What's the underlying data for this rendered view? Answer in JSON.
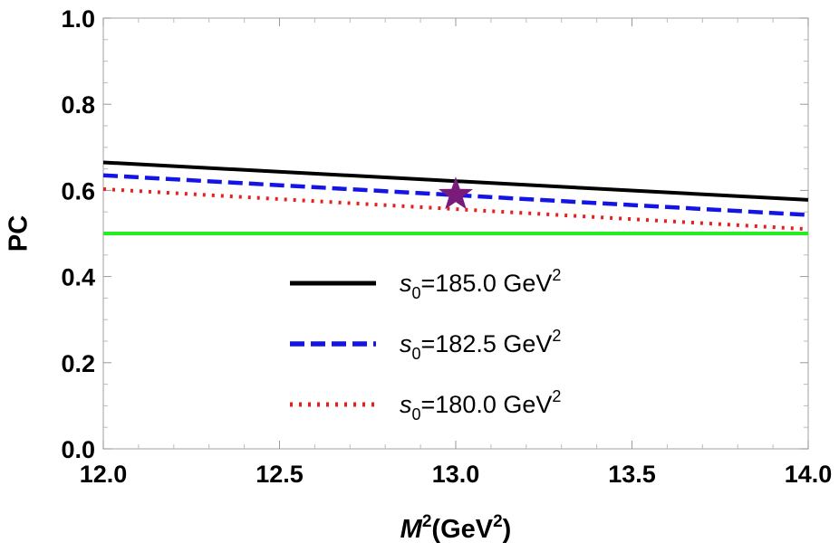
{
  "chart_data": {
    "type": "line",
    "xlabel": {
      "main": "M",
      "sup": "2",
      "unit": "(GeV",
      "unit_sup": "2",
      "close": ")"
    },
    "ylabel": "PC",
    "xlim": [
      12.0,
      14.0
    ],
    "ylim": [
      0.0,
      1.0
    ],
    "x_ticks": [
      "12.0",
      "12.5",
      "13.0",
      "13.5",
      "14.0"
    ],
    "y_ticks": [
      "0.0",
      "0.2",
      "0.4",
      "0.6",
      "0.8",
      "1.0"
    ],
    "grid": false,
    "legend_position": "center",
    "series": [
      {
        "name": "s0=185.0 GeV2",
        "label": {
          "sym": "s",
          "sub": "0",
          "rest": "=185.0 GeV",
          "sup": "2"
        },
        "style": "solid",
        "color": "#000000",
        "x": [
          12.0,
          14.0
        ],
        "y": [
          0.665,
          0.578
        ]
      },
      {
        "name": "s0=182.5 GeV2",
        "label": {
          "sym": "s",
          "sub": "0",
          "rest": "=182.5 GeV",
          "sup": "2"
        },
        "style": "dashed",
        "color": "#1414e6",
        "x": [
          12.0,
          14.0
        ],
        "y": [
          0.635,
          0.543
        ]
      },
      {
        "name": "s0=180.0 GeV2",
        "label": {
          "sym": "s",
          "sub": "0",
          "rest": "=180.0 GeV",
          "sup": "2"
        },
        "style": "dotted",
        "color": "#e62020",
        "x": [
          12.0,
          14.0
        ],
        "y": [
          0.603,
          0.51
        ]
      }
    ],
    "reference_line": {
      "y": 0.5,
      "color": "#22ee22"
    },
    "marker": {
      "x": 13.0,
      "y": 0.59,
      "shape": "star",
      "color": "#7a1a7a"
    }
  }
}
